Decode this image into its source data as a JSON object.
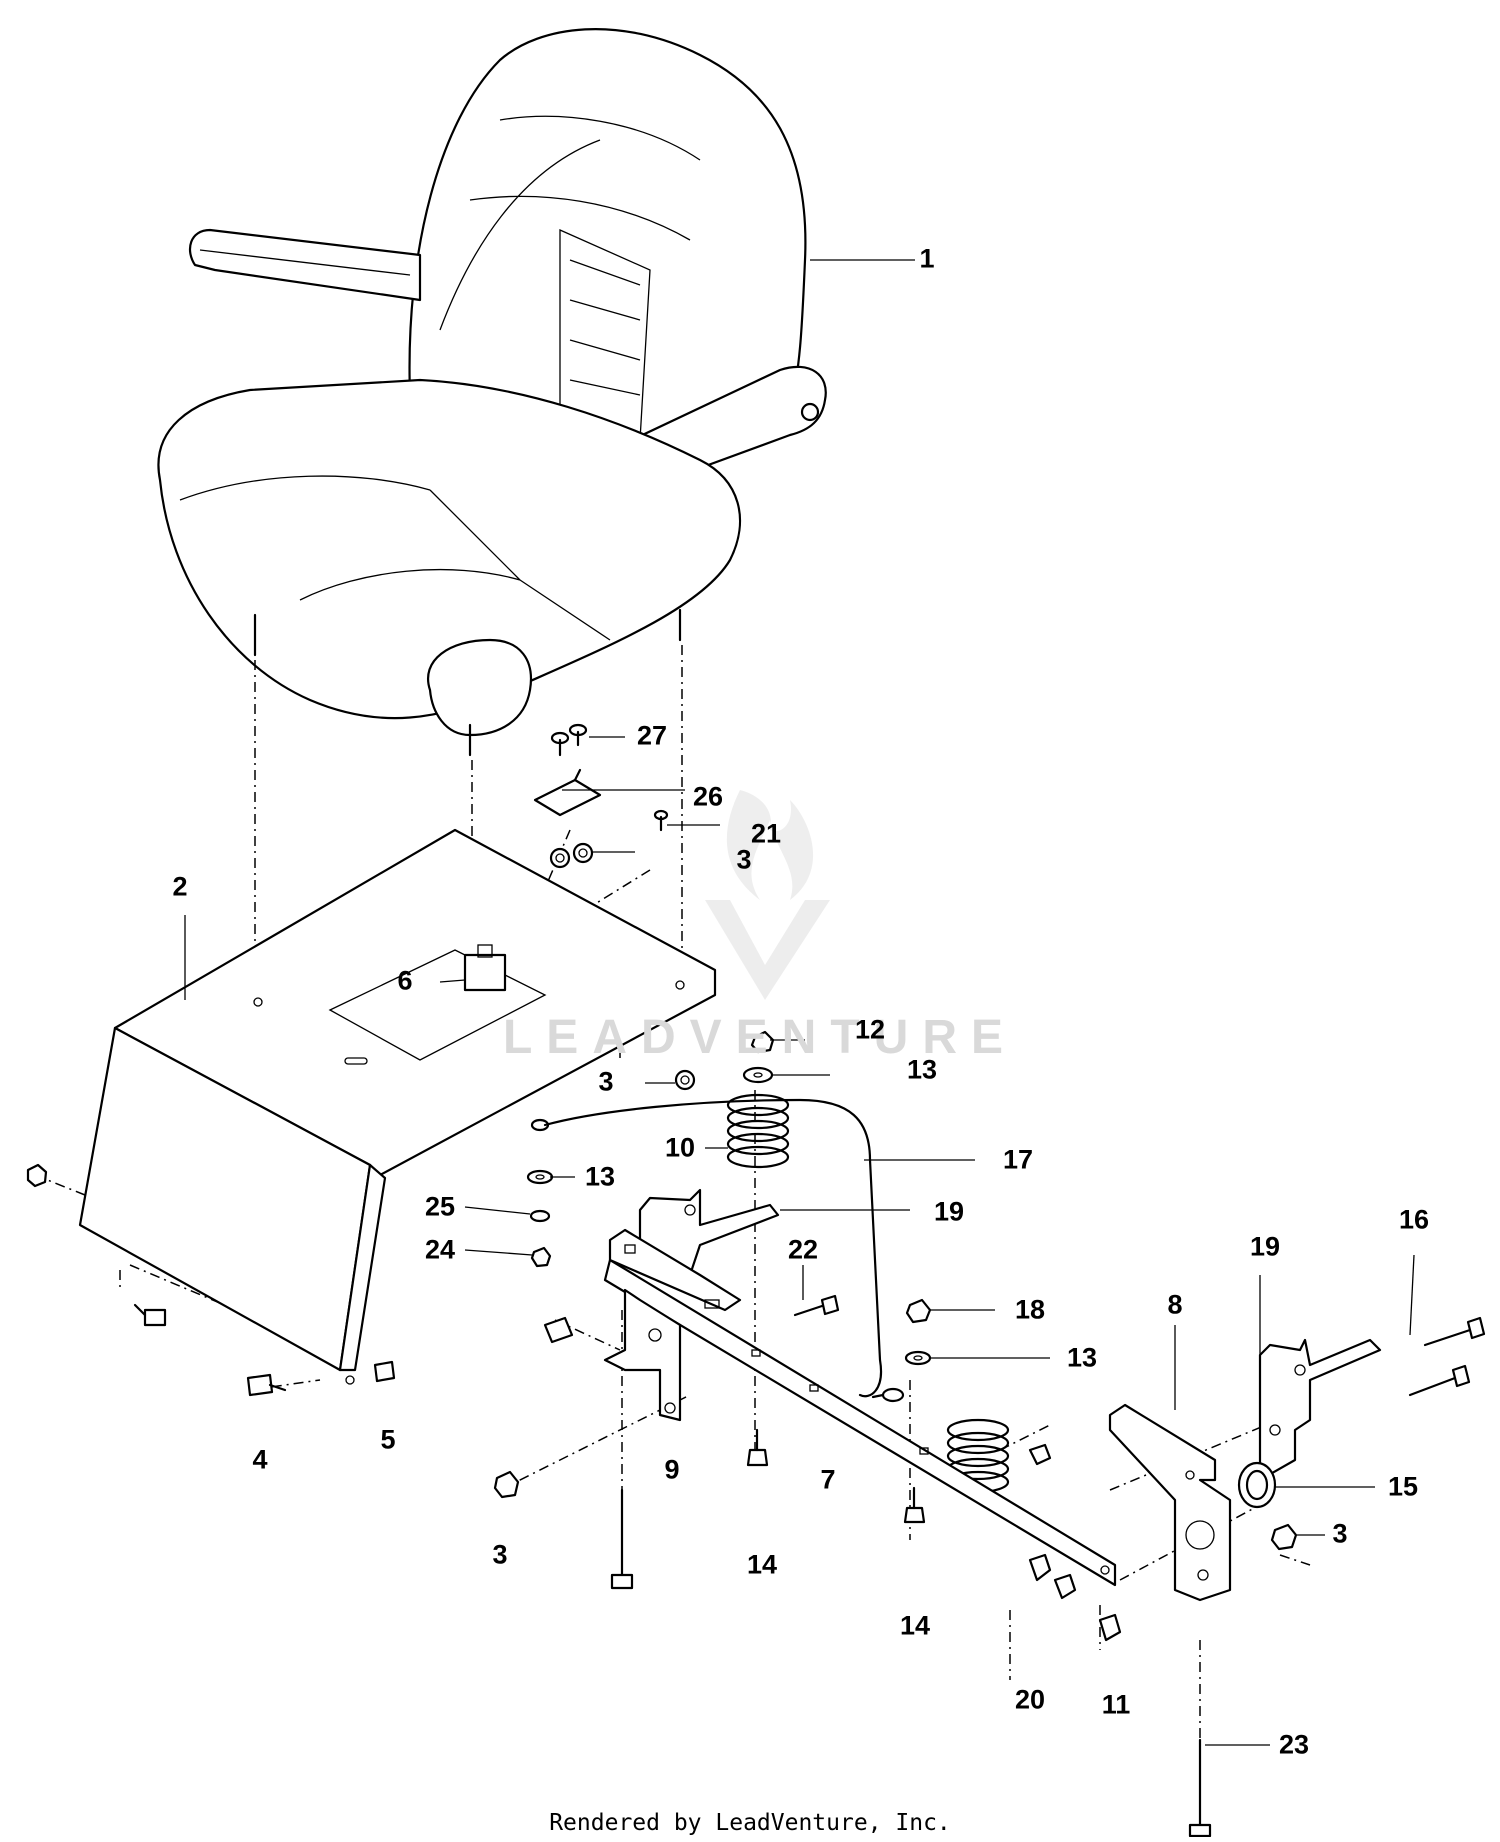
{
  "callouts": [
    {
      "id": "1",
      "text": "1"
    },
    {
      "id": "2",
      "text": "2"
    },
    {
      "id": "3a",
      "text": "3"
    },
    {
      "id": "3b",
      "text": "3"
    },
    {
      "id": "3c",
      "text": "3"
    },
    {
      "id": "3d",
      "text": "3"
    },
    {
      "id": "4",
      "text": "4"
    },
    {
      "id": "5",
      "text": "5"
    },
    {
      "id": "6",
      "text": "6"
    },
    {
      "id": "7",
      "text": "7"
    },
    {
      "id": "8",
      "text": "8"
    },
    {
      "id": "9",
      "text": "9"
    },
    {
      "id": "10",
      "text": "10"
    },
    {
      "id": "11",
      "text": "11"
    },
    {
      "id": "12",
      "text": "12"
    },
    {
      "id": "13a",
      "text": "13"
    },
    {
      "id": "13b",
      "text": "13"
    },
    {
      "id": "13c",
      "text": "13"
    },
    {
      "id": "14a",
      "text": "14"
    },
    {
      "id": "14b",
      "text": "14"
    },
    {
      "id": "15",
      "text": "15"
    },
    {
      "id": "16",
      "text": "16"
    },
    {
      "id": "17",
      "text": "17"
    },
    {
      "id": "18",
      "text": "18"
    },
    {
      "id": "19a",
      "text": "19"
    },
    {
      "id": "19b",
      "text": "19"
    },
    {
      "id": "20",
      "text": "20"
    },
    {
      "id": "21",
      "text": "21"
    },
    {
      "id": "22",
      "text": "22"
    },
    {
      "id": "23",
      "text": "23"
    },
    {
      "id": "24",
      "text": "24"
    },
    {
      "id": "25",
      "text": "25"
    },
    {
      "id": "26",
      "text": "26"
    },
    {
      "id": "27",
      "text": "27"
    }
  ],
  "watermark": "LEADVENTURE",
  "footer": "Rendered by LeadVenture, Inc."
}
